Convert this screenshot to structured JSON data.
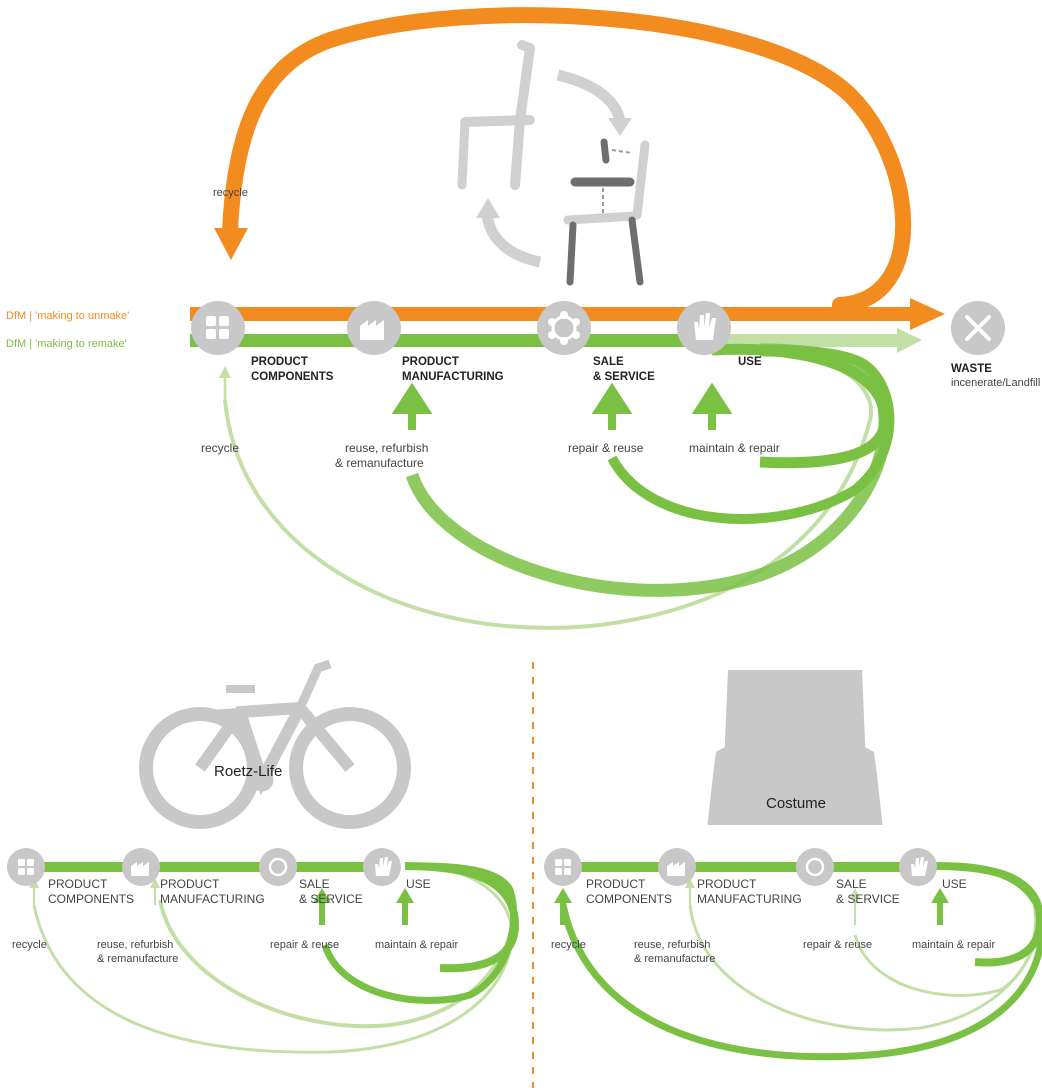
{
  "colors": {
    "orange": "#f28c1f",
    "green": "#7ac143",
    "light_green": "#c2e0a6",
    "grey": "#c8c8c8",
    "dark_grey": "#6e6e6e"
  },
  "main": {
    "dfm_unmake": "DfM | 'making to unmake'",
    "dfm_remake": "DfM | 'making to remake'",
    "recycle_top": "recycle",
    "stages": {
      "components_1": "PRODUCT",
      "components_2": "COMPONENTS",
      "manufacturing_1": "PRODUCT",
      "manufacturing_2": "MANUFACTURING",
      "sale_1": "SALE",
      "sale_2": "& SERVICE",
      "use": "USE",
      "waste": "WASTE",
      "waste_sub": "incenerate/Landfill"
    },
    "loops": {
      "recycle": "recycle",
      "reuse_1": "reuse, refurbish",
      "reuse_2": "& remanufacture",
      "repair_reuse": "repair & reuse",
      "maintain_repair": "maintain & repair"
    }
  },
  "left": {
    "title": "Roetz-Life",
    "stages": {
      "components_1": "PRODUCT",
      "components_2": "COMPONENTS",
      "manufacturing_1": "PRODUCT",
      "manufacturing_2": "MANUFACTURING",
      "sale_1": "SALE",
      "sale_2": "& SERVICE",
      "use": "USE"
    },
    "loops": {
      "recycle": "recycle",
      "reuse_1": "reuse, refurbish",
      "reuse_2": "& remanufacture",
      "repair_reuse": "repair & reuse",
      "maintain_repair": "maintain & repair"
    }
  },
  "right": {
    "title": "Costume",
    "stages": {
      "components_1": "PRODUCT",
      "components_2": "COMPONENTS",
      "manufacturing_1": "PRODUCT",
      "manufacturing_2": "MANUFACTURING",
      "sale_1": "SALE",
      "sale_2": "& SERVICE",
      "use": "USE"
    },
    "loops": {
      "recycle": "recycle",
      "reuse_1": "reuse, refurbish",
      "reuse_2": "& remanufacture",
      "repair_reuse": "repair & reuse",
      "maintain_repair": "maintain & repair"
    }
  }
}
